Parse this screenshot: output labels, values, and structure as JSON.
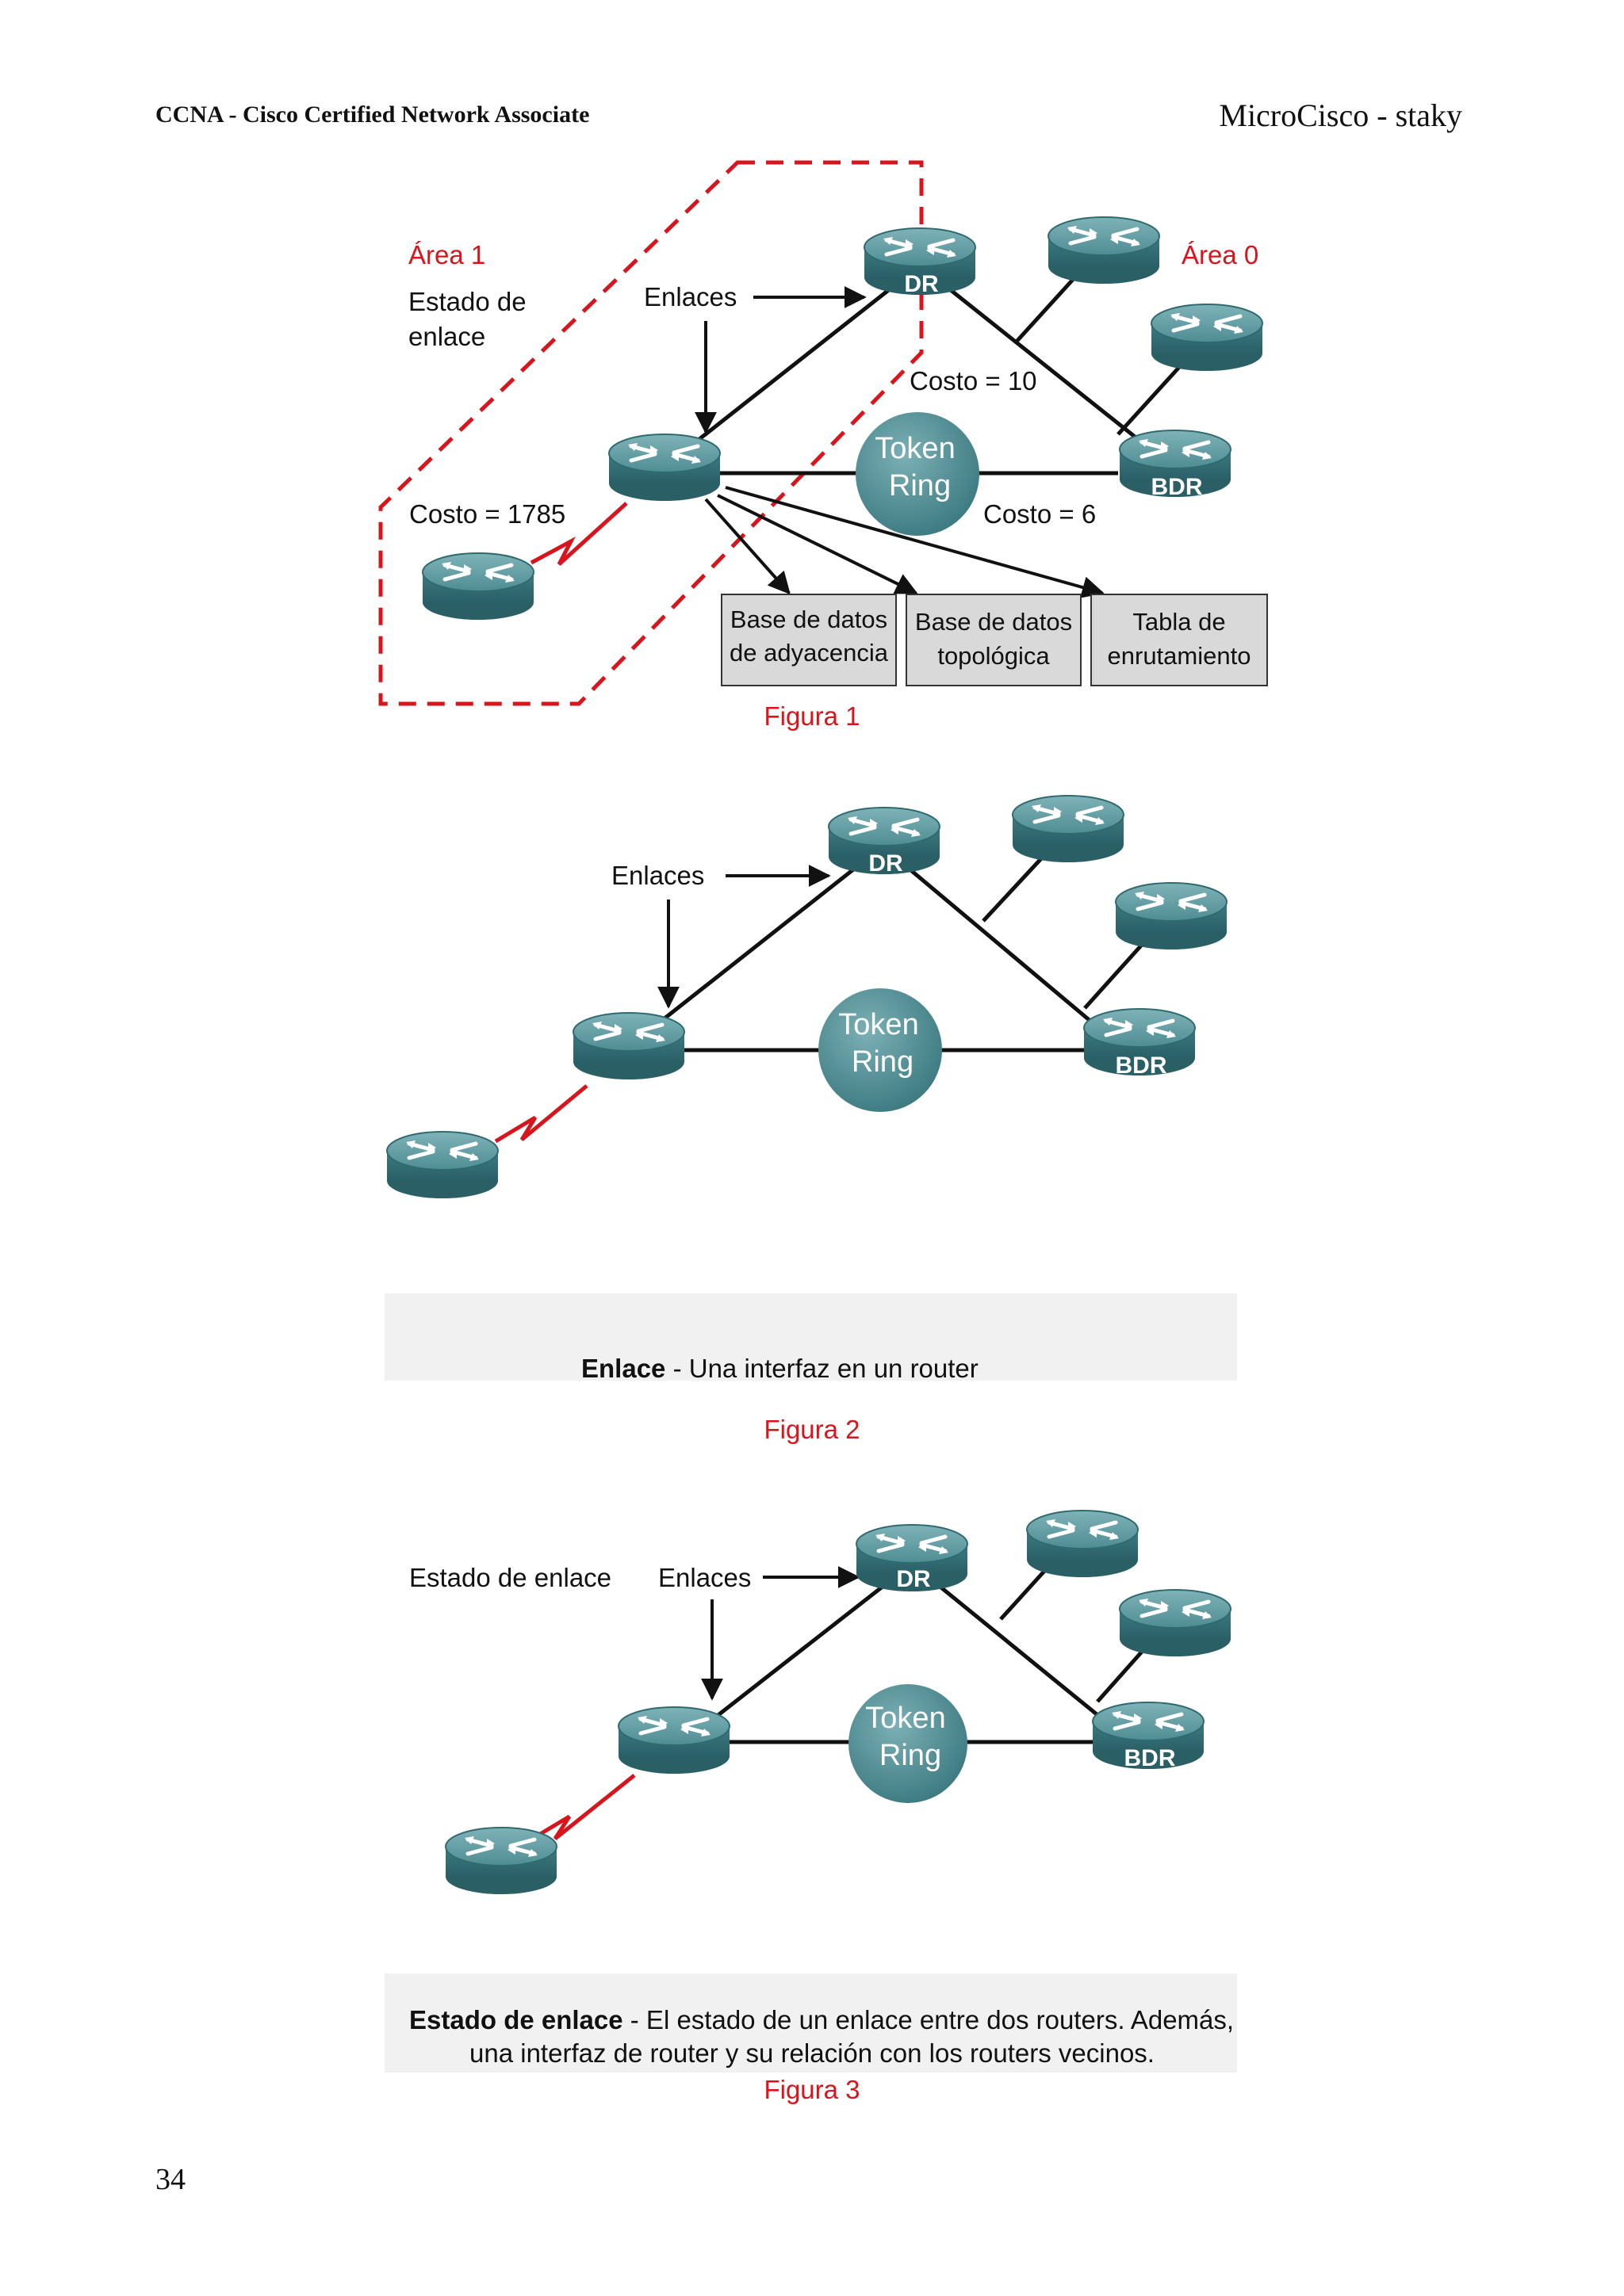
{
  "header": {
    "left": "CCNA - Cisco Certified Network Associate",
    "right": "MicroCisco - staky"
  },
  "page_number": "34",
  "figure1": {
    "caption": "Figura 1",
    "area1": "Área 1",
    "area0": "Área 0",
    "estado_line1": "Estado de",
    "estado_line2": "enlace",
    "enlaces": "Enlaces",
    "costo10": "Costo = 10",
    "costo1785": "Costo = 1785",
    "costo6": "Costo = 6",
    "token_line1": "Token",
    "token_line2": "Ring",
    "dr": "DR",
    "bdr": "BDR",
    "box1_line1": "Base de datos",
    "box1_line2": "de adyacencia",
    "box2_line1": "Base de datos",
    "box2_line2": "topológica",
    "box3_line1": "Tabla de",
    "box3_line2": "enrutamiento"
  },
  "figure2": {
    "caption": "Figura 2",
    "enlaces": "Enlaces",
    "token_line1": "Token",
    "token_line2": "Ring",
    "dr": "DR",
    "bdr": "BDR",
    "def_term": "Enlace",
    "def_text": " - Una interfaz en un router"
  },
  "figure3": {
    "caption": "Figura 3",
    "estado": "Estado de enlace",
    "enlaces": "Enlaces",
    "token_line1": "Token",
    "token_line2": "Ring",
    "dr": "DR",
    "bdr": "BDR",
    "def_term": "Estado de enlace",
    "def_text_line1": " - El estado de un enlace entre dos routers. Además,",
    "def_text_line2": "una interfaz de router y su relación con los routers vecinos."
  },
  "colors": {
    "accent_red": "#d8141c",
    "router_teal": "#3f7f86"
  }
}
